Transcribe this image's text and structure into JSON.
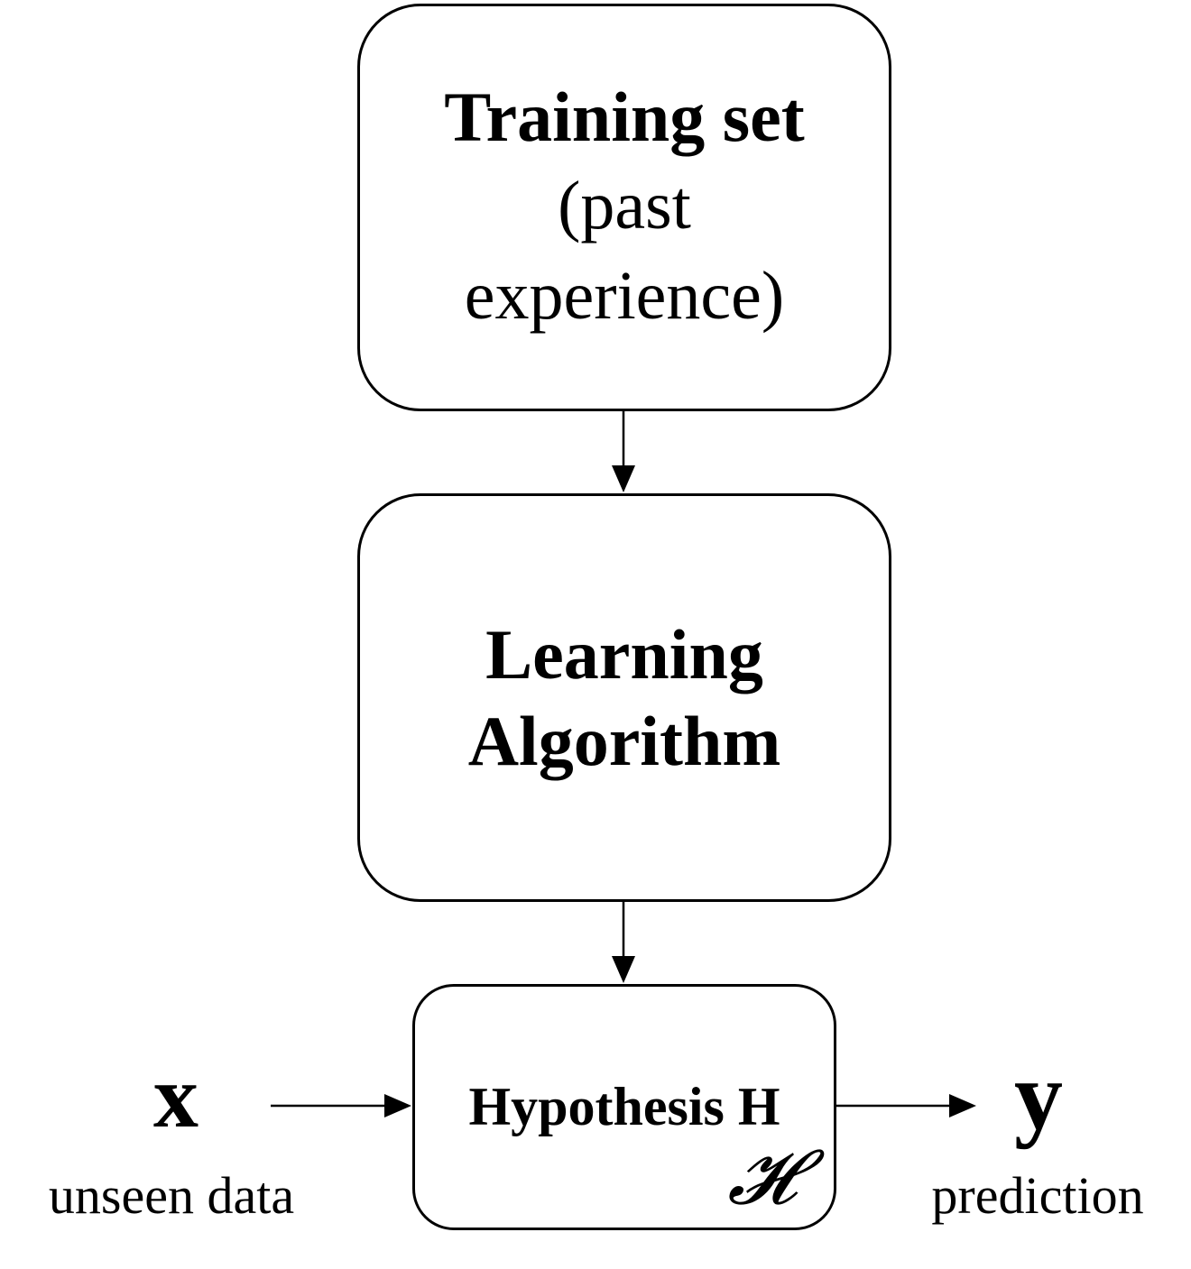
{
  "diagram": {
    "training_box": {
      "title": "Training set",
      "subtitle_line1": "(past",
      "subtitle_line2": "experience)"
    },
    "learning_box": {
      "line1": "Learning",
      "line2": "Algorithm"
    },
    "hypothesis_box": {
      "title": "Hypothesis H",
      "symbol": "𝓗"
    },
    "input": {
      "symbol": "x",
      "caption": "unseen data"
    },
    "output": {
      "symbol": "y",
      "caption": "prediction"
    }
  }
}
